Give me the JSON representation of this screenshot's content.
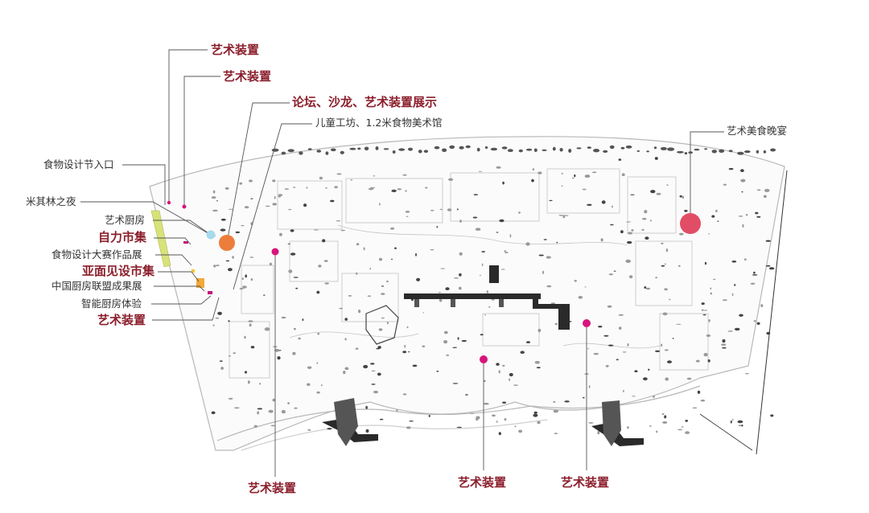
{
  "colors": {
    "label_red": "#8b1f2c",
    "marker_magenta": "#d6157a",
    "marker_orange": "#ec7d3a",
    "marker_lightblue": "#a6dbee",
    "marker_rose": "#e24d66",
    "plan_line": "#b8b8b8",
    "plan_dark": "#2a2a2a"
  },
  "labels": {
    "top_art_1": "艺术装置",
    "top_art_2": "艺术装置",
    "forum": "论坛、沙龙、艺术装置展示",
    "kids_workshop": "儿童工坊、1.2米食物美术馆",
    "art_banquet": "艺术美食晚宴",
    "food_entrance": "食物设计节入口",
    "michelin_night": "米其林之夜",
    "art_kitchen": "艺术厨房",
    "self_market": "自力市集",
    "competition_expo": "食物设计大赛作品展",
    "yamian_market": "亚面见设市集",
    "kitchen_alliance": "中国厨房联盟成果展",
    "smart_kitchen": "智能厨房体验",
    "left_art": "艺术装置",
    "bottom_art_1": "艺术装置",
    "bottom_art_2": "艺术装置",
    "bottom_art_3": "艺术装置"
  },
  "markers": [
    {
      "name": "forum-marker",
      "color": "orange",
      "size": "large"
    },
    {
      "name": "art-kitchen-marker",
      "color": "lightblue",
      "size": "small"
    },
    {
      "name": "banquet-marker",
      "color": "rose",
      "size": "large"
    },
    {
      "name": "kids-workshop-marker",
      "color": "magenta",
      "size": "small"
    },
    {
      "name": "bottom-art-1-marker",
      "color": "magenta",
      "size": "small"
    },
    {
      "name": "bottom-art-2-marker",
      "color": "magenta",
      "size": "small"
    },
    {
      "name": "bottom-art-3-marker",
      "color": "magenta",
      "size": "small"
    }
  ]
}
